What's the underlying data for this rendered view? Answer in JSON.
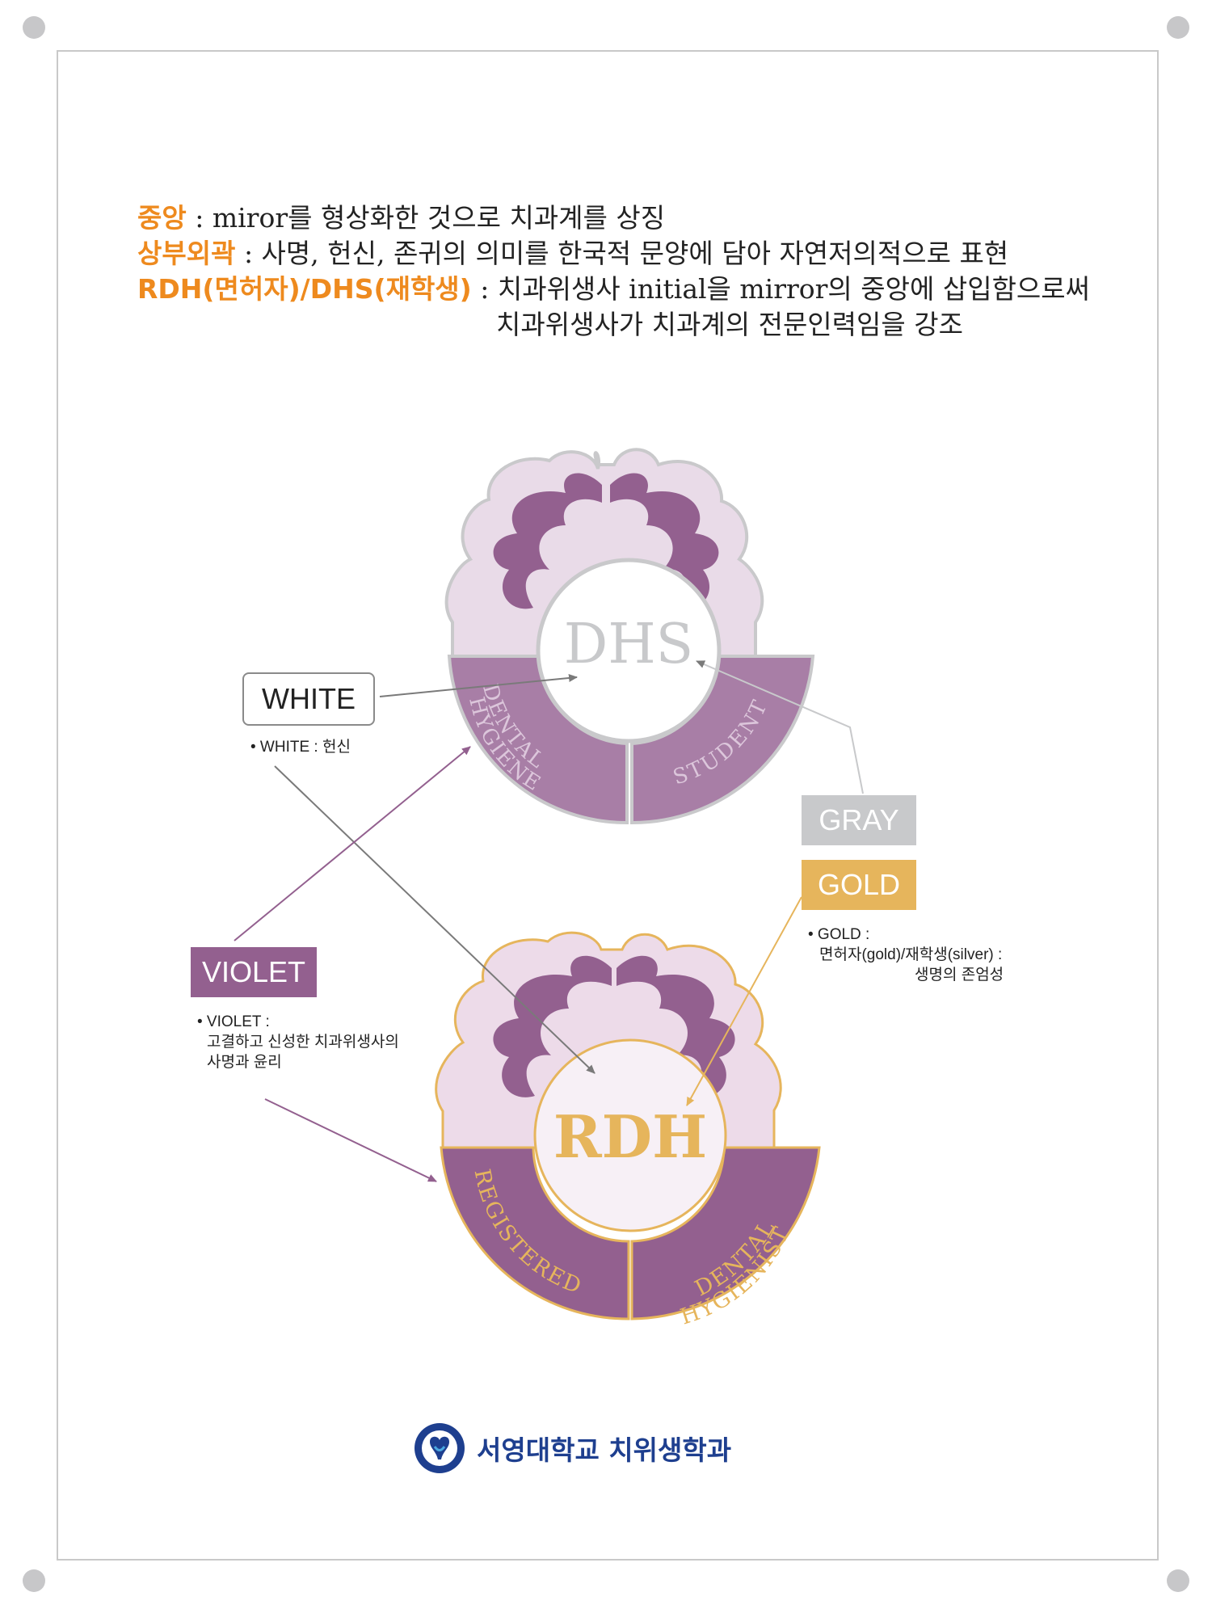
{
  "description": [
    {
      "key": "중앙",
      "text": " : miror를 형상화한 것으로 치과계를 상징"
    },
    {
      "key": "상부외곽",
      "text": " : 사명, 헌신, 존귀의 의미를 한국적 문양에 담아 자연저의적으로 표현"
    },
    {
      "key": "RDH(면허자)/DHS(재학생)",
      "text": " : 치과위생사 initial을 mirror의 중앙에 삽입함으로써"
    },
    {
      "key": "",
      "text": "치과위생사가 치과계의 전문인력임을 강조"
    }
  ],
  "emblems": {
    "student": {
      "center": "DHS",
      "left_arc": [
        "DENTAL",
        "HYGIENE"
      ],
      "right_arc": "STUDENT"
    },
    "licensed": {
      "center": "RDH",
      "left_arc": "REGISTERED",
      "right_arc": [
        "DENTAL",
        "HYGIENIST"
      ]
    }
  },
  "colors": {
    "white": {
      "label": "WHITE",
      "note": [
        "• WHITE : 헌신"
      ],
      "hex": "#ffffff"
    },
    "violet": {
      "label": "VIOLET",
      "note": [
        "• VIOLET :",
        "고결하고 신성한 치과위생사의",
        "사명과 윤리"
      ],
      "hex": "#93608f"
    },
    "gray": {
      "label": "GRAY",
      "hex": "#c8c9cb"
    },
    "gold": {
      "label": "GOLD",
      "note": [
        "• GOLD :",
        "면허자(gold)/재학생(silver) :",
        "생명의 존엄성"
      ],
      "hex": "#e6b55c"
    }
  },
  "footer": {
    "name": "서영대학교 치위생학과"
  }
}
